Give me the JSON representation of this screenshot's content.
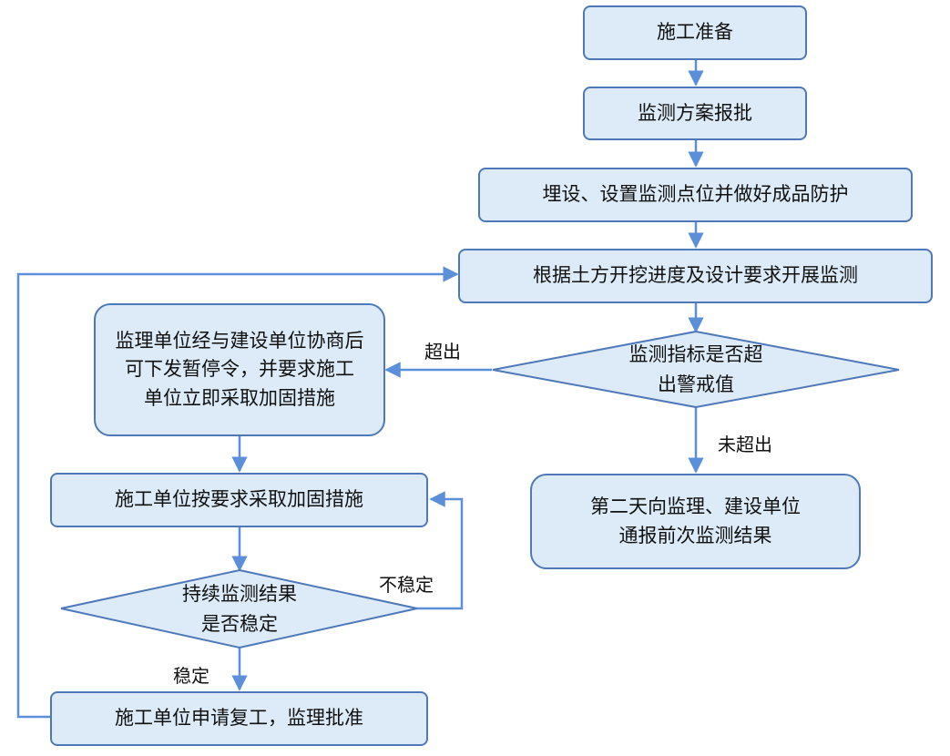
{
  "diagram": {
    "nodes": {
      "prep": "施工准备",
      "plan_approval": "监测方案报批",
      "set_points": "埋设、设置监测点位并做好成品防护",
      "monitor": "根据土方开挖进度及设计要求开展监测",
      "decision_exceed_l1": "监测指标是否超",
      "decision_exceed_l2": "出警戒值",
      "stop_l1": "监理单位经与建设单位协商后",
      "stop_l2": "可下发暂停令，并要求施工",
      "stop_l3": "单位立即采取加固措施",
      "report_l1": "第二天向监理、建设单位",
      "report_l2": "通报前次监测结果",
      "reinforce": "施工单位按要求采取加固措施",
      "decision_stable_l1": "持续监测结果",
      "decision_stable_l2": "是否稳定",
      "resume": "施工单位申请复工，监理批准"
    },
    "edge_labels": {
      "exceed": "超出",
      "not_exceed": "未超出",
      "unstable": "不稳定",
      "stable": "稳定"
    },
    "colors": {
      "fill": "#dcebf7",
      "stroke": "#4e78b8",
      "connector": "#5b8fd9"
    }
  }
}
